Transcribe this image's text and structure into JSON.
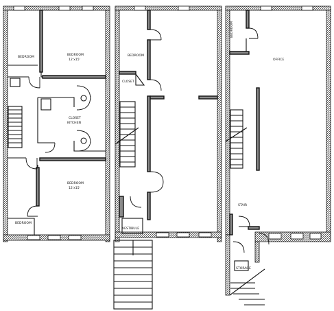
{
  "plans": {
    "ground": {
      "rooms": [
        {
          "name": "BEDROOM"
        },
        {
          "name": "BEDROOM",
          "size": "12'x15'"
        },
        {
          "name": "CLOSET"
        },
        {
          "name": "KITCHEN"
        },
        {
          "name": "BEDROOM",
          "size": "12'x15'"
        },
        {
          "name": "BEDROOM"
        }
      ]
    },
    "middle": {
      "rooms": [
        {
          "name": "BEDROOM"
        },
        {
          "name": "CLOSET"
        },
        {
          "name": "VESTIBULE"
        }
      ]
    },
    "right": {
      "rooms": [
        {
          "name": "BEDROOM"
        },
        {
          "name": "OFFICE"
        },
        {
          "name": "STAIR"
        },
        {
          "name": "STORAGE"
        }
      ]
    }
  }
}
